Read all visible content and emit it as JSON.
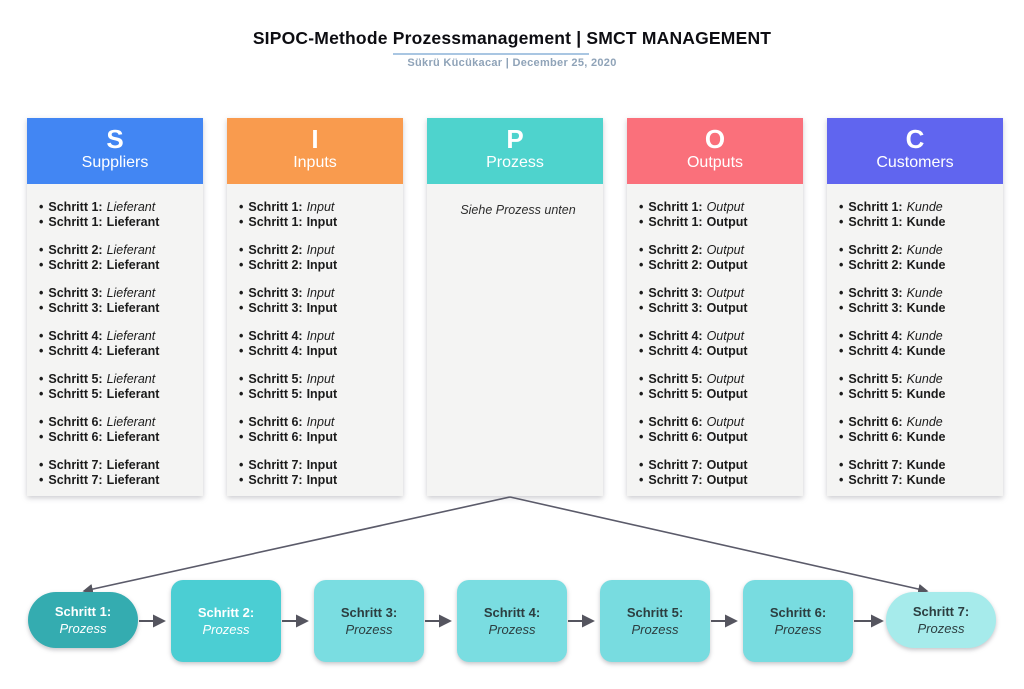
{
  "header": {
    "title": "SIPOC-Methode Prozessmanagement  | SMCT MANAGEMENT",
    "subtitle": "Sükrü Kücükacar  |  December 25, 2020",
    "divider_color": "#a9c6e2"
  },
  "columns": [
    {
      "id": "suppliers",
      "letter": "S",
      "name": "Suppliers",
      "header_color": "#4286f3",
      "groups": [
        {
          "lines": [
            {
              "label": "Schritt 1:",
              "value": "Lieferant",
              "style": "italic"
            },
            {
              "label": "Schritt 1:",
              "value": "Lieferant",
              "style": "bold"
            }
          ]
        },
        {
          "lines": [
            {
              "label": "Schritt 2:",
              "value": "Lieferant",
              "style": "italic"
            },
            {
              "label": "Schritt 2:",
              "value": "Lieferant",
              "style": "bold"
            }
          ]
        },
        {
          "lines": [
            {
              "label": "Schritt 3:",
              "value": "Lieferant",
              "style": "italic"
            },
            {
              "label": "Schritt 3:",
              "value": "Lieferant",
              "style": "bold"
            }
          ]
        },
        {
          "lines": [
            {
              "label": "Schritt 4:",
              "value": "Lieferant",
              "style": "italic"
            },
            {
              "label": "Schritt 4:",
              "value": "Lieferant",
              "style": "bold"
            }
          ]
        },
        {
          "lines": [
            {
              "label": "Schritt 5:",
              "value": "Lieferant",
              "style": "italic"
            },
            {
              "label": "Schritt 5:",
              "value": "Lieferant",
              "style": "bold"
            }
          ]
        },
        {
          "lines": [
            {
              "label": "Schritt 6:",
              "value": "Lieferant",
              "style": "italic"
            },
            {
              "label": "Schritt 6:",
              "value": "Lieferant",
              "style": "bold"
            }
          ]
        },
        {
          "lines": [
            {
              "label": "Schritt 7:",
              "value": "Lieferant",
              "style": "bold"
            },
            {
              "label": "Schritt 7:",
              "value": "Lieferant",
              "style": "bold"
            }
          ]
        }
      ]
    },
    {
      "id": "inputs",
      "letter": "I",
      "name": "Inputs",
      "header_color": "#f99b4e",
      "groups": [
        {
          "lines": [
            {
              "label": "Schritt 1:",
              "value": "Input",
              "style": "italic"
            },
            {
              "label": "Schritt 1:",
              "value": "Input",
              "style": "bold"
            }
          ]
        },
        {
          "lines": [
            {
              "label": "Schritt 2:",
              "value": "Input",
              "style": "italic"
            },
            {
              "label": "Schritt 2:",
              "value": "Input",
              "style": "bold"
            }
          ]
        },
        {
          "lines": [
            {
              "label": "Schritt 3:",
              "value": "Input",
              "style": "italic"
            },
            {
              "label": "Schritt 3:",
              "value": "Input",
              "style": "bold"
            }
          ]
        },
        {
          "lines": [
            {
              "label": "Schritt 4:",
              "value": "Input",
              "style": "italic"
            },
            {
              "label": "Schritt 4:",
              "value": "Input",
              "style": "bold"
            }
          ]
        },
        {
          "lines": [
            {
              "label": "Schritt 5:",
              "value": "Input",
              "style": "italic"
            },
            {
              "label": "Schritt 5:",
              "value": "Input",
              "style": "bold"
            }
          ]
        },
        {
          "lines": [
            {
              "label": "Schritt 6:",
              "value": "Input",
              "style": "italic"
            },
            {
              "label": "Schritt 6:",
              "value": "Input",
              "style": "bold"
            }
          ]
        },
        {
          "lines": [
            {
              "label": "Schritt 7:",
              "value": "Input",
              "style": "bold"
            },
            {
              "label": "Schritt 7:",
              "value": "Input",
              "style": "bold"
            }
          ]
        }
      ]
    },
    {
      "id": "prozess",
      "letter": "P",
      "name": "Prozess",
      "header_color": "#4ed3cd",
      "note": "Siehe Prozess unten"
    },
    {
      "id": "outputs",
      "letter": "O",
      "name": "Outputs",
      "header_color": "#fa707b",
      "groups": [
        {
          "lines": [
            {
              "label": "Schritt 1:",
              "value": "Output",
              "style": "italic"
            },
            {
              "label": "Schritt 1:",
              "value": "Output",
              "style": "bold"
            }
          ]
        },
        {
          "lines": [
            {
              "label": "Schritt 2:",
              "value": "Output",
              "style": "italic"
            },
            {
              "label": "Schritt 2:",
              "value": "Output",
              "style": "bold"
            }
          ]
        },
        {
          "lines": [
            {
              "label": "Schritt 3:",
              "value": "Output",
              "style": "italic"
            },
            {
              "label": "Schritt 3:",
              "value": "Output",
              "style": "bold"
            }
          ]
        },
        {
          "lines": [
            {
              "label": "Schritt 4:",
              "value": "Output",
              "style": "italic"
            },
            {
              "label": "Schritt 4:",
              "value": "Output",
              "style": "bold"
            }
          ]
        },
        {
          "lines": [
            {
              "label": "Schritt 5:",
              "value": "Output",
              "style": "italic"
            },
            {
              "label": "Schritt 5:",
              "value": "Output",
              "style": "bold"
            }
          ]
        },
        {
          "lines": [
            {
              "label": "Schritt 6:",
              "value": "Output",
              "style": "italic"
            },
            {
              "label": "Schritt 6:",
              "value": "Output",
              "style": "bold"
            }
          ]
        },
        {
          "lines": [
            {
              "label": "Schritt 7:",
              "value": "Output",
              "style": "bold"
            },
            {
              "label": "Schritt 7:",
              "value": "Output",
              "style": "bold"
            }
          ]
        }
      ]
    },
    {
      "id": "customers",
      "letter": "C",
      "name": "Customers",
      "header_color": "#6065ef",
      "groups": [
        {
          "lines": [
            {
              "label": "Schritt 1:",
              "value": "Kunde",
              "style": "italic"
            },
            {
              "label": "Schritt 1:",
              "value": "Kunde",
              "style": "bold"
            }
          ]
        },
        {
          "lines": [
            {
              "label": "Schritt 2:",
              "value": "Kunde",
              "style": "italic"
            },
            {
              "label": "Schritt 2:",
              "value": "Kunde",
              "style": "bold"
            }
          ]
        },
        {
          "lines": [
            {
              "label": "Schritt 3:",
              "value": "Kunde",
              "style": "italic"
            },
            {
              "label": "Schritt 3:",
              "value": "Kunde",
              "style": "bold"
            }
          ]
        },
        {
          "lines": [
            {
              "label": "Schritt 4:",
              "value": "Kunde",
              "style": "italic"
            },
            {
              "label": "Schritt 4:",
              "value": "Kunde",
              "style": "bold"
            }
          ]
        },
        {
          "lines": [
            {
              "label": "Schritt 5:",
              "value": "Kunde",
              "style": "italic"
            },
            {
              "label": "Schritt 5:",
              "value": "Kunde",
              "style": "bold"
            }
          ]
        },
        {
          "lines": [
            {
              "label": "Schritt 6:",
              "value": "Kunde",
              "style": "italic"
            },
            {
              "label": "Schritt 6:",
              "value": "Kunde",
              "style": "bold"
            }
          ]
        },
        {
          "lines": [
            {
              "label": "Schritt 7:",
              "value": "Kunde",
              "style": "bold"
            },
            {
              "label": "Schritt 7:",
              "value": "Kunde",
              "style": "bold"
            }
          ]
        }
      ]
    }
  ],
  "flow": {
    "arrow_color": "#55555f",
    "boxes": [
      {
        "label": "Schritt 1:",
        "sublabel": "Prozess",
        "shape": "pill",
        "bg": "#34acb0",
        "fg": "#ffffff"
      },
      {
        "label": "Schritt 2:",
        "sublabel": "Prozess",
        "shape": "rect",
        "bg": "#4bced3",
        "fg": "#ffffff"
      },
      {
        "label": "Schritt 3:",
        "sublabel": "Prozess",
        "shape": "rect",
        "bg": "#7adde1",
        "fg": "#2c3e40"
      },
      {
        "label": "Schritt 4:",
        "sublabel": "Prozess",
        "shape": "rect",
        "bg": "#7adde1",
        "fg": "#2c3e40"
      },
      {
        "label": "Schritt 5:",
        "sublabel": "Prozess",
        "shape": "rect",
        "bg": "#78dce0",
        "fg": "#2c3e40"
      },
      {
        "label": "Schritt 6:",
        "sublabel": "Prozess",
        "shape": "rect",
        "bg": "#78dce0",
        "fg": "#2c3e40"
      },
      {
        "label": "Schritt 7:",
        "sublabel": "Prozess",
        "shape": "pill",
        "bg": "#a6ebeb",
        "fg": "#2c3e40"
      }
    ]
  }
}
